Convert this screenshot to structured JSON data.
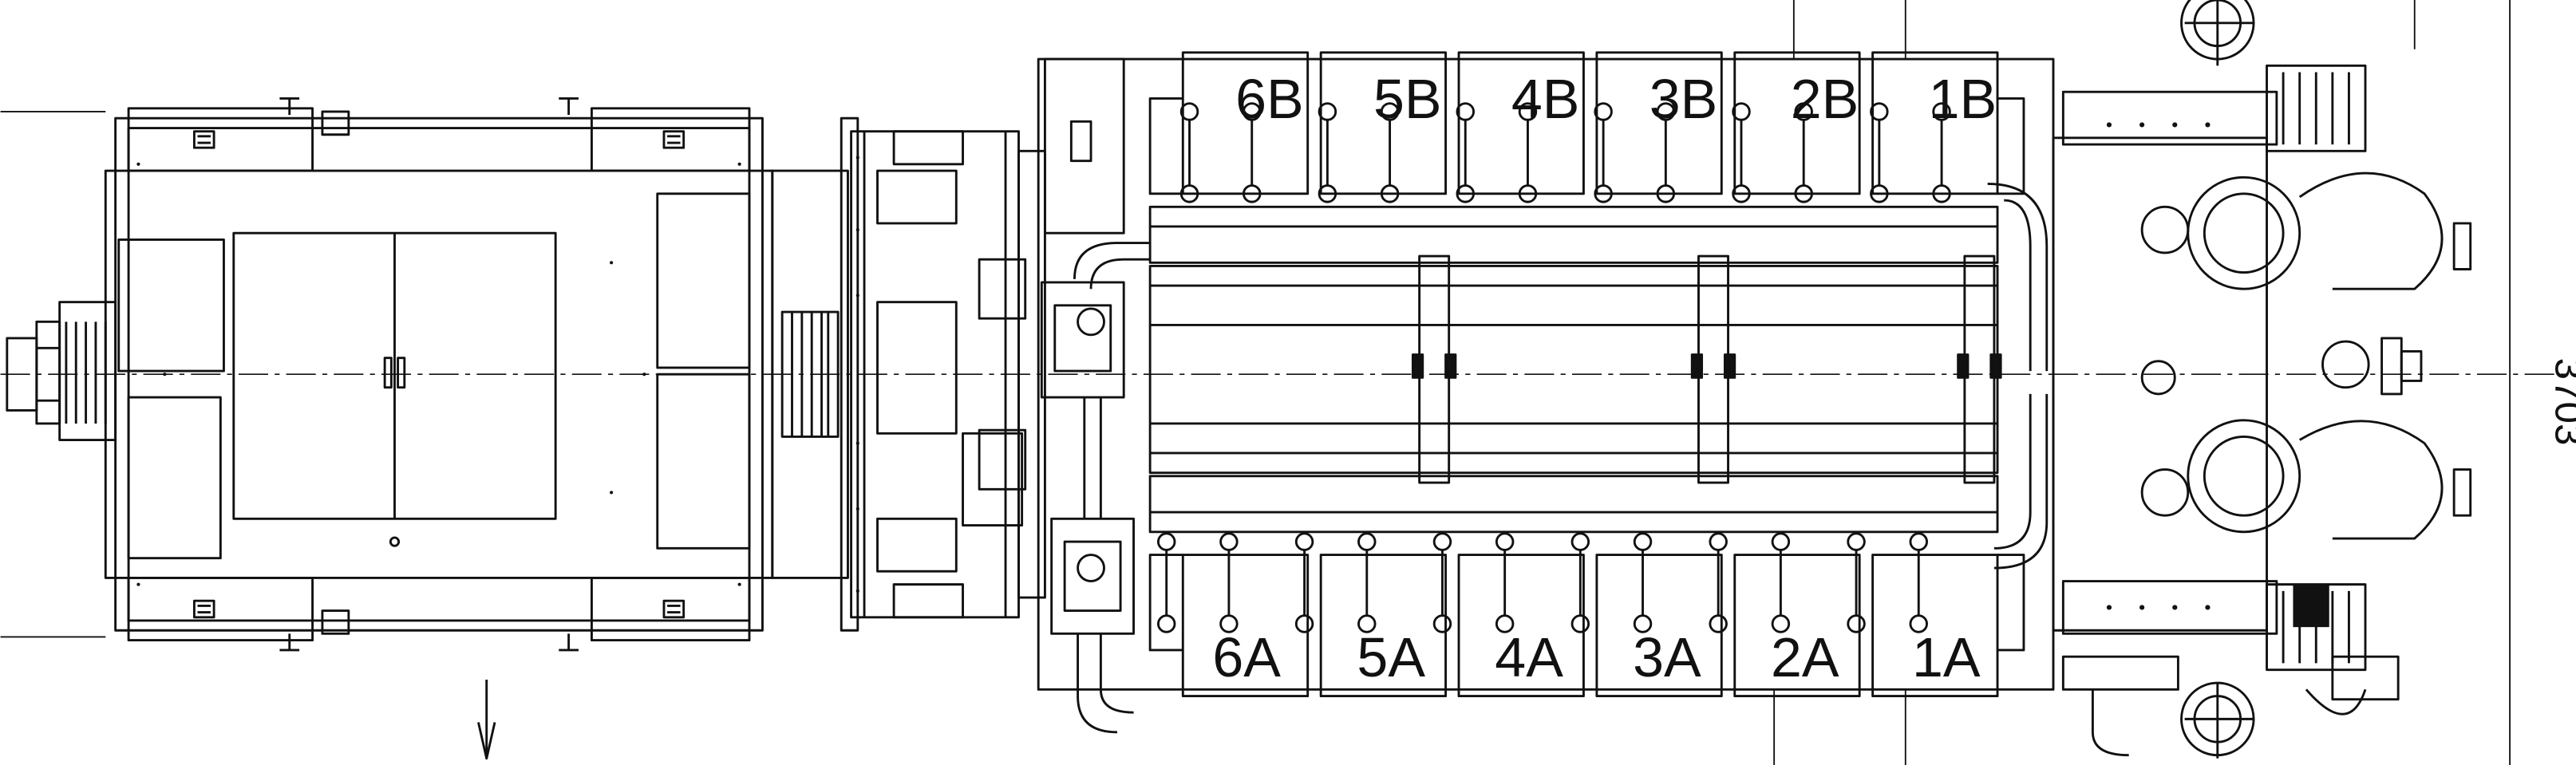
{
  "drawing": {
    "stroke_color": "#111111",
    "background": "#ffffff",
    "bank_b_labels": [
      "6B",
      "5B",
      "4B",
      "3B",
      "2B",
      "1B"
    ],
    "bank_a_labels": [
      "6A",
      "5A",
      "4A",
      "3A",
      "2A",
      "1A"
    ],
    "side_code": "3703"
  }
}
